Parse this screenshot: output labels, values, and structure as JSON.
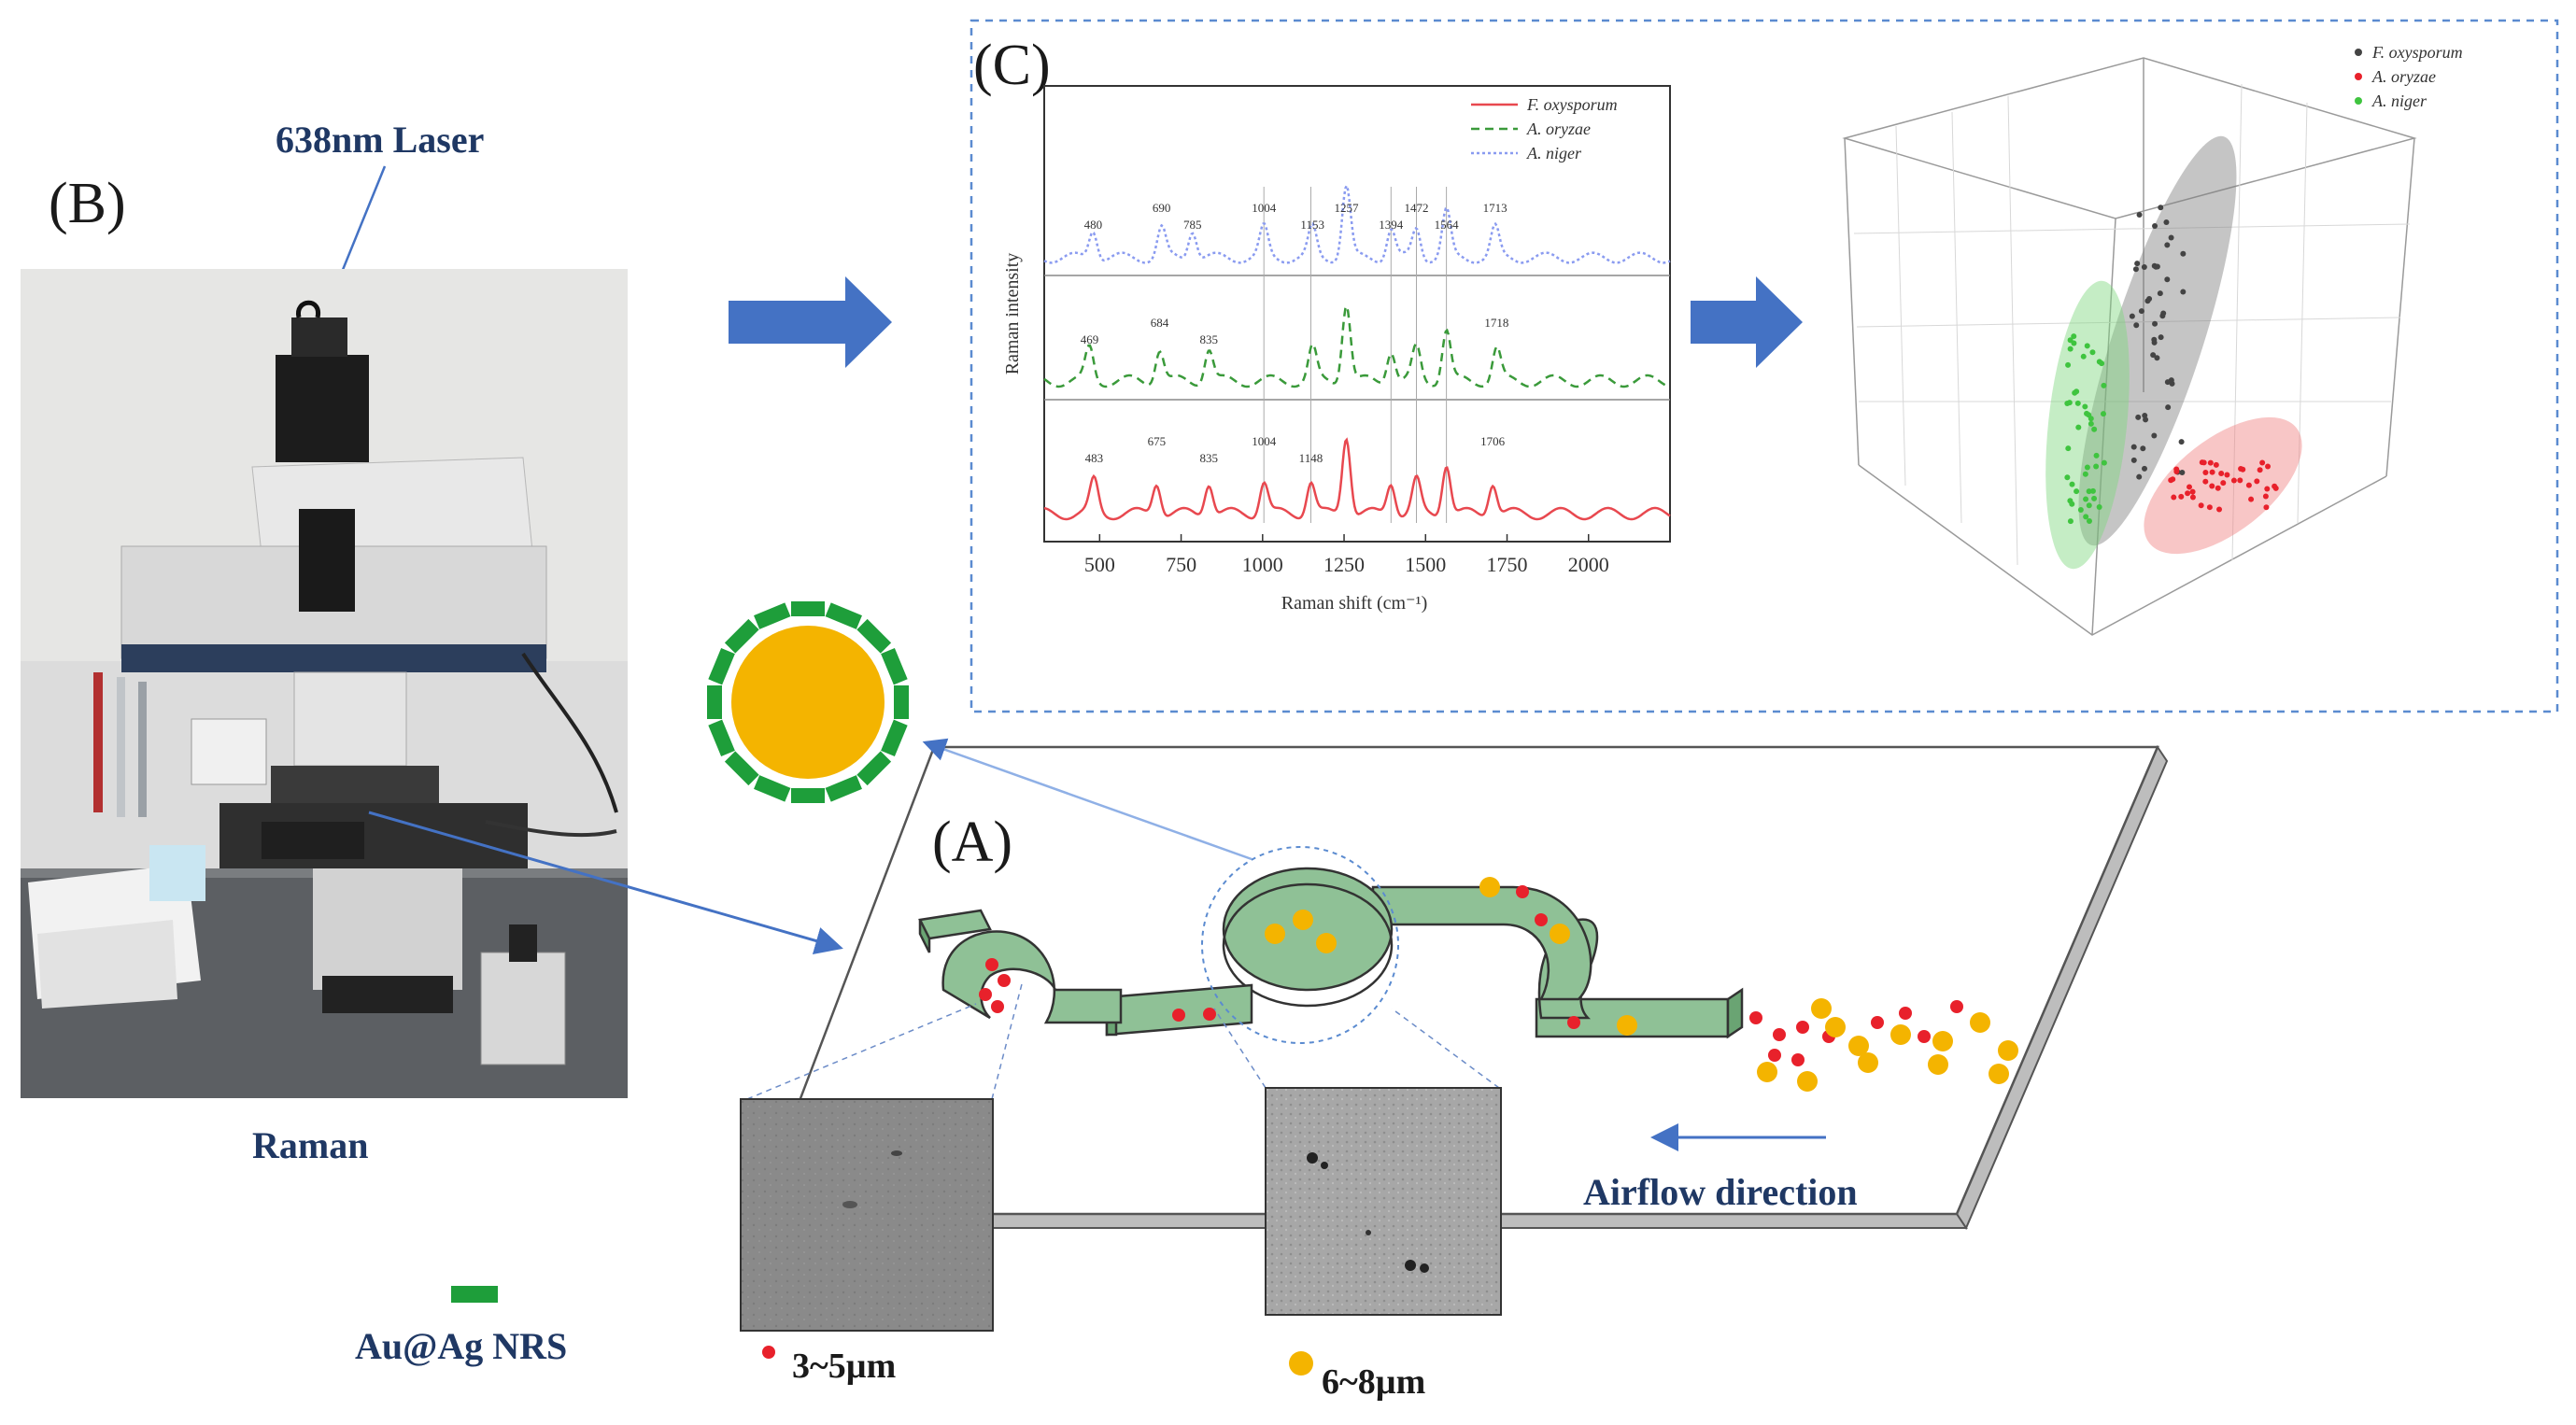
{
  "labels": {
    "panel_a": "(A)",
    "panel_b": "(B)",
    "panel_c": "(C)",
    "laser": "638nm Laser",
    "raman": "Raman",
    "airflow": "Airflow direction",
    "nrs": "Au@Ag NRS",
    "size_small": "3~5µm",
    "size_large": "6~8µm"
  },
  "colors": {
    "arrow_blue": "#4472c4",
    "channel_green": "#8fc196",
    "dot_red": "#e8212b",
    "dot_yellow": "#f4b400",
    "nrs_green": "#1e9e3a",
    "particle_core": "#f4b400",
    "series_red": "#e8484f",
    "series_green": "#3a9a3a",
    "series_blue": "#8a9bf0",
    "cluster_black": "#444444",
    "cluster_red": "#e8212b",
    "cluster_green": "#3fc43f"
  },
  "chart_data": [
    {
      "type": "line",
      "xlabel": "Raman shift (cm⁻¹)",
      "ylabel": "Raman intensity",
      "xlim": [
        330,
        2250
      ],
      "x_ticks": [
        "500",
        "750",
        "1000",
        "1250",
        "1500",
        "1750",
        "2000"
      ],
      "legend_position": "top-right",
      "series": [
        {
          "name": "F. oxysporum",
          "style": "solid",
          "peaks": [
            "483",
            "675",
            "835",
            "1004",
            "1148",
            "1706"
          ]
        },
        {
          "name": "A. oryzae",
          "style": "dashed",
          "peaks": [
            "469",
            "684",
            "835",
            "1718"
          ]
        },
        {
          "name": "A. niger",
          "style": "dotted",
          "peaks": [
            "480",
            "690",
            "785",
            "1004",
            "1153",
            "1257",
            "1394",
            "1472",
            "1564",
            "1713"
          ]
        }
      ]
    },
    {
      "type": "scatter",
      "legend": [
        "F. oxysporum",
        "A. oryzae",
        "A. niger"
      ],
      "legend_position": "top-right",
      "note": "3D PCA score plot with confidence ellipsoids"
    }
  ]
}
